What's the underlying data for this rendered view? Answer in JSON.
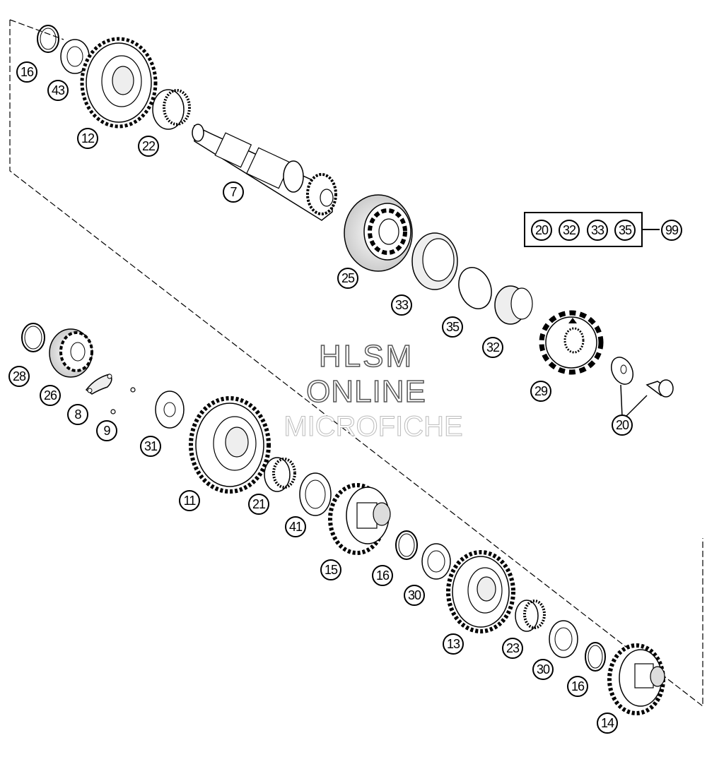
{
  "watermark": {
    "line1": "HLSM",
    "line2": "ONLINE",
    "line3": "MICROFICHE"
  },
  "callouts": {
    "c16a": "16",
    "c43": "43",
    "c12": "12",
    "c22": "22",
    "c7": "7",
    "c25": "25",
    "c33": "33",
    "c35": "35",
    "c32": "32",
    "c29": "29",
    "c20": "20",
    "kit20": "20",
    "kit32": "32",
    "kit33": "33",
    "kit35": "35",
    "c99": "99",
    "c28": "28",
    "c26": "26",
    "c8": "8",
    "c9": "9",
    "c31": "31",
    "c11": "11",
    "c21": "21",
    "c41": "41",
    "c15": "15",
    "c16b": "16",
    "c30a": "30",
    "c13": "13",
    "c23": "23",
    "c30b": "30",
    "c16c": "16",
    "c14": "14"
  },
  "colors": {
    "line": "#000000",
    "gear_fill": "#ffffff",
    "shade": "#d9d9d9"
  }
}
